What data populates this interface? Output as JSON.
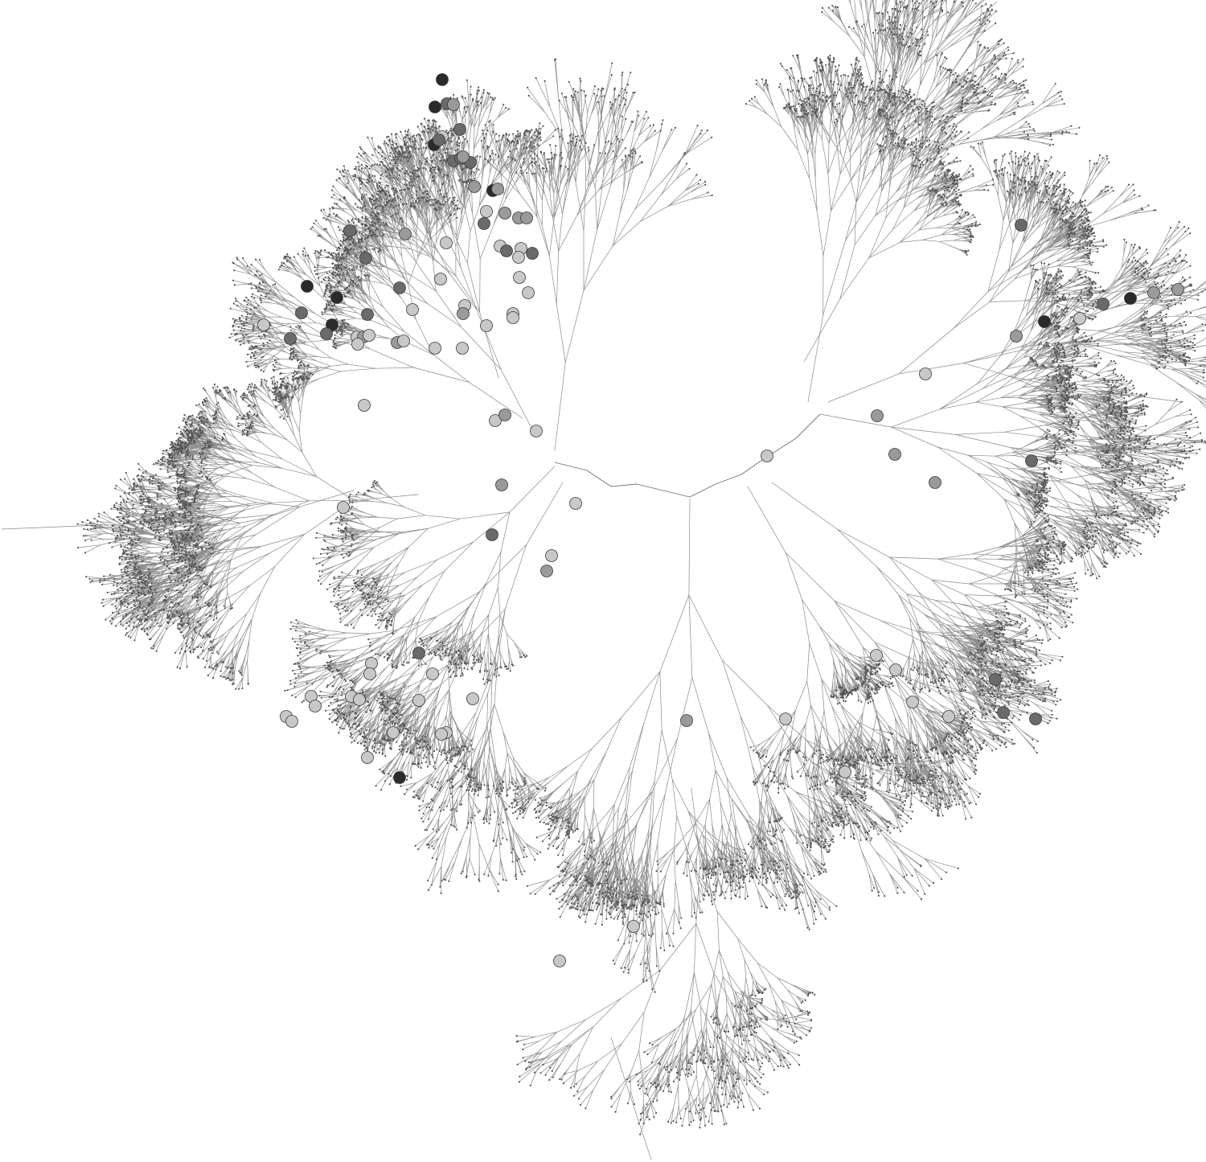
{
  "diagram": {
    "type": "unrooted-phylogenetic-tree",
    "labels_shown": false,
    "colors": {
      "background": "#ffffff",
      "edge": "#8a8a8a",
      "node_levels": [
        "#2a2a2a",
        "#6a6a6a",
        "#9a9a9a",
        "#c8c8c8"
      ]
    },
    "clades": [
      {
        "id": "upper-left",
        "node_marker_count": 62,
        "dominant_levels": [
          "dark",
          "mid",
          "light"
        ]
      },
      {
        "id": "left",
        "node_marker_count": 2,
        "dominant_levels": [
          "light"
        ]
      },
      {
        "id": "lower-left",
        "node_marker_count": 24,
        "dominant_levels": [
          "light",
          "mid"
        ]
      },
      {
        "id": "bottom",
        "node_marker_count": 6,
        "dominant_levels": [
          "light"
        ]
      },
      {
        "id": "lower-right",
        "node_marker_count": 11,
        "dominant_levels": [
          "light",
          "mid"
        ]
      },
      {
        "id": "right",
        "node_marker_count": 16,
        "dominant_levels": [
          "mid",
          "dark",
          "light"
        ]
      },
      {
        "id": "upper-right",
        "node_marker_count": 0,
        "dominant_levels": []
      }
    ]
  }
}
